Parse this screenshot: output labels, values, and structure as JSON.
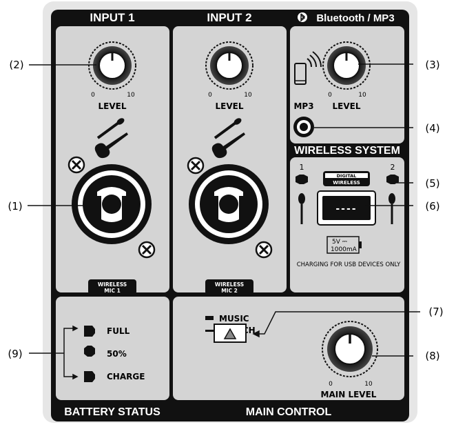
{
  "headers": {
    "input1": "INPUT 1",
    "input2": "INPUT 2",
    "bt": "Bluetooth / MP3",
    "wireless_system": "WIRELESS SYSTEM",
    "battery_status": "BATTERY STATUS",
    "main_control": "MAIN CONTROL"
  },
  "knob_scale": {
    "min": "0",
    "max": "10"
  },
  "level_label": "LEVEL",
  "main_level_label": "MAIN LEVEL",
  "mp3_label": "MP3",
  "wireless_badge": {
    "top": "WIRELESS",
    "mic1": "MIC 1",
    "mic2": "MIC 2"
  },
  "digital_badge": {
    "top": "DIGITAL",
    "bottom": "WIRELESS"
  },
  "channels": {
    "ch1": "1",
    "ch2": "2"
  },
  "usb": {
    "display": "----",
    "rating_top": "5V ⎓",
    "rating_bottom": "1000mA",
    "note": "CHARGING FOR USB DEVICES ONLY"
  },
  "mode": {
    "music": "MUSIC",
    "speech": "SPEECH"
  },
  "battery": {
    "full": "FULL",
    "half": "50%",
    "charge": "CHARGE"
  },
  "callouts": [
    "(1)",
    "(2)",
    "(3)",
    "(4)",
    "(5)",
    "(6)",
    "(7)",
    "(8)",
    "(9)"
  ],
  "colors": {
    "panel": "#d4d4d4",
    "bezel": "#e6e6e6",
    "ink": "#111111",
    "header_text": "#ffffff"
  }
}
